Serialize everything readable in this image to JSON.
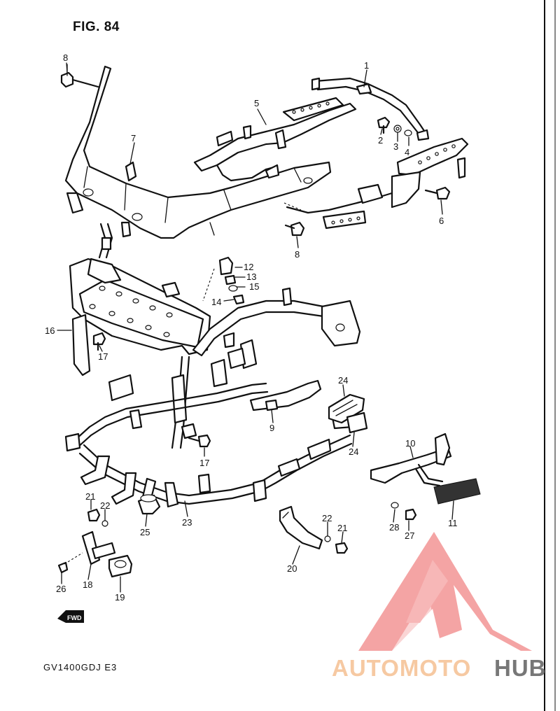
{
  "figure": {
    "title": "FIG. 84",
    "model_code": "GV1400GDJ E3"
  },
  "fwd_label": "FWD",
  "watermark": {
    "text_orange": "AUTOMOTO",
    "text_gray": "HUB",
    "logo_color": "#f28b8b"
  },
  "callouts": [
    "1",
    "2",
    "3",
    "4",
    "5",
    "6",
    "7",
    "8",
    "8",
    "12",
    "13",
    "14",
    "15",
    "16",
    "17",
    "17",
    "9",
    "24",
    "24",
    "10",
    "11",
    "28",
    "27",
    "21",
    "22",
    "22",
    "21",
    "23",
    "25",
    "20",
    "18",
    "19",
    "26"
  ]
}
